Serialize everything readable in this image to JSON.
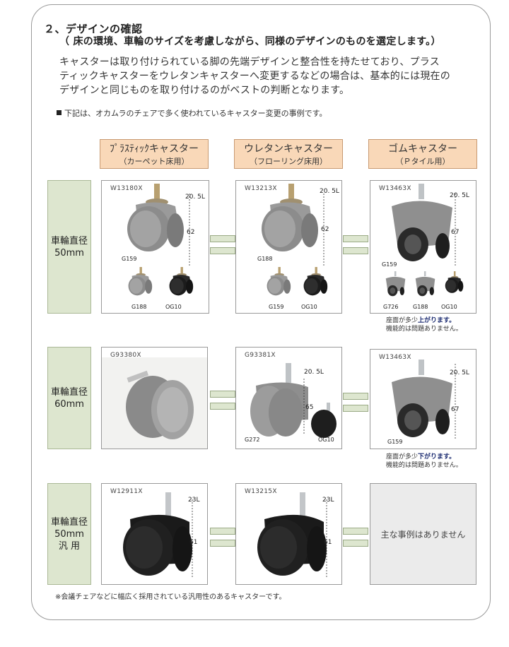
{
  "section": {
    "title": "２、デザインの確認",
    "subtitle": "（ 床の環境、車輪のサイズを考慮しながら、同様のデザインのものを選定します。）",
    "lines": [
      "キャスターは取り付けられている脚の先端デザインと整合性を持たせており、プラス",
      "ティックキャスターをウレタンキャスターへ変更するなどの場合は、基本的には現在の",
      "デザインと同じものを取り付けるのがベストの判断となります。"
    ],
    "note": "下記は、オカムラのチェアで多く使われているキャスター変更の事例です。"
  },
  "columns": [
    {
      "title": "ﾌﾟﾗｽﾃｨｯｸキャスター",
      "sub": "（カーペット床用）"
    },
    {
      "title": "ウレタンキャスター",
      "sub": "（フローリング床用）"
    },
    {
      "title": "ゴムキャスター",
      "sub": "（Ｐタイル用）"
    }
  ],
  "rows": [
    {
      "label1": "車輪直径",
      "label2": "50mm",
      "label3": ""
    },
    {
      "label1": "車輪直径",
      "label2": "60mm",
      "label3": ""
    },
    {
      "label1": "車輪直径",
      "label2": "50mm",
      "label3": "汎 用"
    }
  ],
  "cards": {
    "r1c1": {
      "code": "W13180X",
      "dim_top": "20. 5L",
      "dim_side": "62",
      "main": "G159",
      "sub": [
        "G188",
        "OG10"
      ]
    },
    "r1c2": {
      "code": "W13213X",
      "dim_top": "20. 5L",
      "dim_side": "62",
      "main": "G188",
      "sub": [
        "G159",
        "OG10"
      ]
    },
    "r1c3": {
      "code": "W13463X",
      "dim_top": "20. 5L",
      "dim_side": "67",
      "main": "G159",
      "sub": [
        "G726",
        "G188",
        "OG10"
      ]
    },
    "r2c1": {
      "code": "G93380X"
    },
    "r2c2": {
      "code": "G93381X",
      "dim_top": "20. 5L",
      "dim_side": "65",
      "main": "G272",
      "sub": [
        "OG10"
      ]
    },
    "r2c3": {
      "code": "W13463X",
      "dim_top": "20. 5L",
      "dim_side": "67",
      "main": "G159"
    },
    "r3c1": {
      "code": "W12911X",
      "dim_top": "23L",
      "dim_side": "61"
    },
    "r3c2": {
      "code": "W13215X",
      "dim_top": "23L",
      "dim_side": "61"
    },
    "r3c3": {
      "empty_text": "主な事例はありません"
    }
  },
  "remarks": {
    "r1": {
      "pre": "座面が多少",
      "bold": "上がります。",
      "line2": "機能的は問題ありません。"
    },
    "r2": {
      "pre": "座面が多少",
      "bold": "下がります。",
      "line2": "機能的は問題ありません。"
    }
  },
  "footnote": "※会議チェアなどに幅広く採用されている汎用性のあるキャスターです。",
  "colors": {
    "header_fill": "#f9d8b8",
    "row_fill": "#dde6cf",
    "caster_gray": "#8e8e8e",
    "caster_black": "#1e1e1e"
  }
}
